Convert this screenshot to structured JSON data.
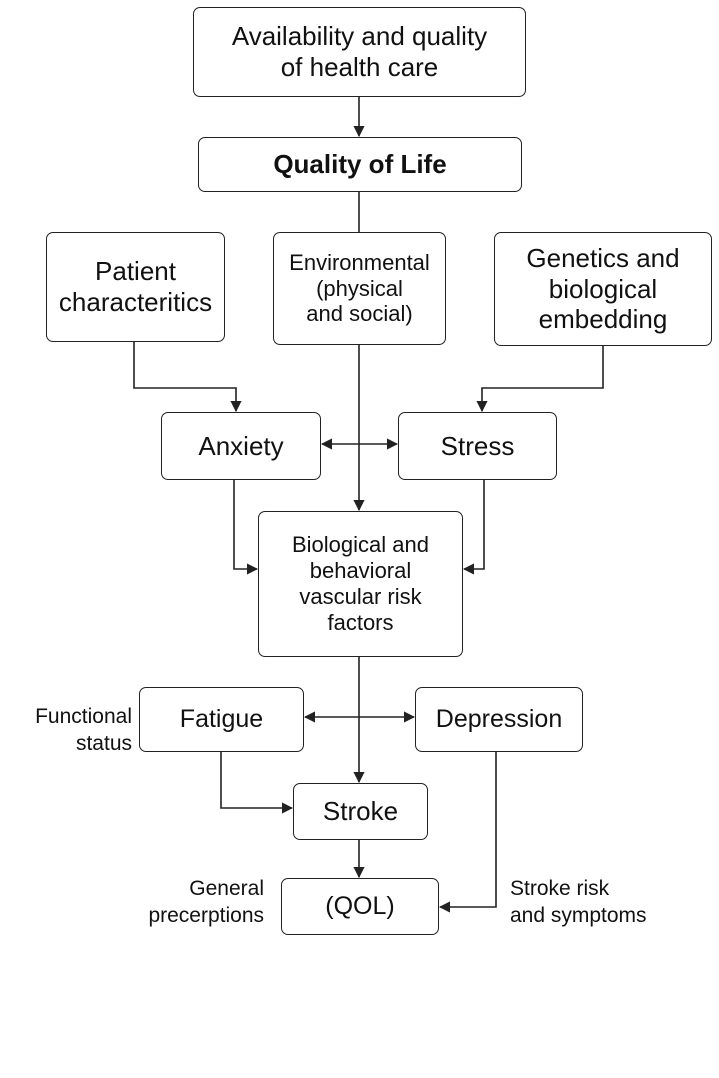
{
  "nodes": {
    "health_care": [
      "Availability and quality",
      "of health care"
    ],
    "qol_main": [
      "Quality of Life"
    ],
    "patient": [
      "Patient",
      "characteritics"
    ],
    "environmental": [
      "Environmental",
      "(physical",
      "and social)"
    ],
    "genetics": [
      "Genetics and",
      "biological",
      "embedding"
    ],
    "anxiety": [
      "Anxiety"
    ],
    "stress": [
      "Stress"
    ],
    "bio_behavioral": [
      "Biological and",
      "behavioral",
      "vascular risk",
      "factors"
    ],
    "fatigue": [
      "Fatigue"
    ],
    "depression": [
      "Depression"
    ],
    "stroke": [
      "Stroke"
    ],
    "qol_short": [
      "(QOL)"
    ]
  },
  "side_labels": {
    "functional_status": [
      "Functional",
      "status"
    ],
    "general_perceptions": [
      "General",
      "precerptions"
    ],
    "stroke_risk": [
      "Stroke risk",
      "and symptoms"
    ]
  },
  "style": {
    "line_color": "#222222",
    "box_border": "#222222",
    "text_color": "#111111",
    "background": "#ffffff"
  }
}
